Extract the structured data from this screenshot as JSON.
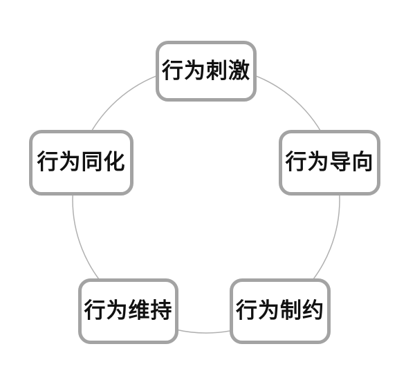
{
  "diagram": {
    "type": "cycle-diagram",
    "background_color": "#ffffff",
    "circle": {
      "stroke_color": "#b0b0b0",
      "stroke_width": "1.5"
    },
    "node_style": {
      "border_color": "#a3a3a3",
      "fill_color": "#ffffff",
      "text_color": "#111111"
    },
    "nodes": [
      {
        "id": "behavior-stimulus",
        "label": "行为刺激",
        "position": "top"
      },
      {
        "id": "behavior-orientation",
        "label": "行为导向",
        "position": "right"
      },
      {
        "id": "behavior-constraint",
        "label": "行为制约",
        "position": "bottom-right"
      },
      {
        "id": "behavior-maintenance",
        "label": "行为维持",
        "position": "bottom-left"
      },
      {
        "id": "behavior-assimilation",
        "label": "行为同化",
        "position": "left"
      }
    ]
  }
}
